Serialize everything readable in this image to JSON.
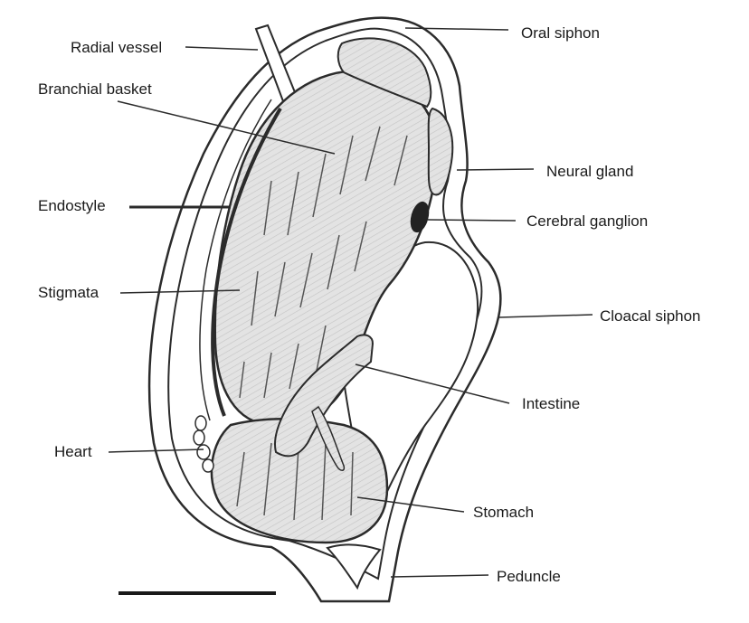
{
  "diagram": {
    "labels": {
      "radial_vessel": "Radial vessel",
      "branchial_basket": "Branchial basket",
      "endostyle": "Endostyle",
      "stigmata": "Stigmata",
      "heart": "Heart",
      "oral_siphon": "Oral siphon",
      "neural_gland": "Neural gland",
      "cerebral_ganglion": "Cerebral ganglion",
      "cloacal_siphon": "Cloacal siphon",
      "intestine": "Intestine",
      "stomach": "Stomach",
      "peduncle": "Peduncle"
    },
    "colors": {
      "ink": "#2b2b2b",
      "shading": "#d9d9d9",
      "dark_organ": "#222222"
    }
  }
}
